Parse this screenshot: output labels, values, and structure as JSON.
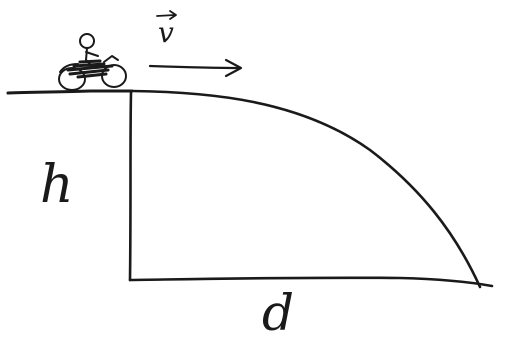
{
  "labels": {
    "velocity": "v",
    "height": "h",
    "distance": "d"
  },
  "colors": {
    "ink": "#1a1a1a",
    "background": "#ffffff"
  }
}
